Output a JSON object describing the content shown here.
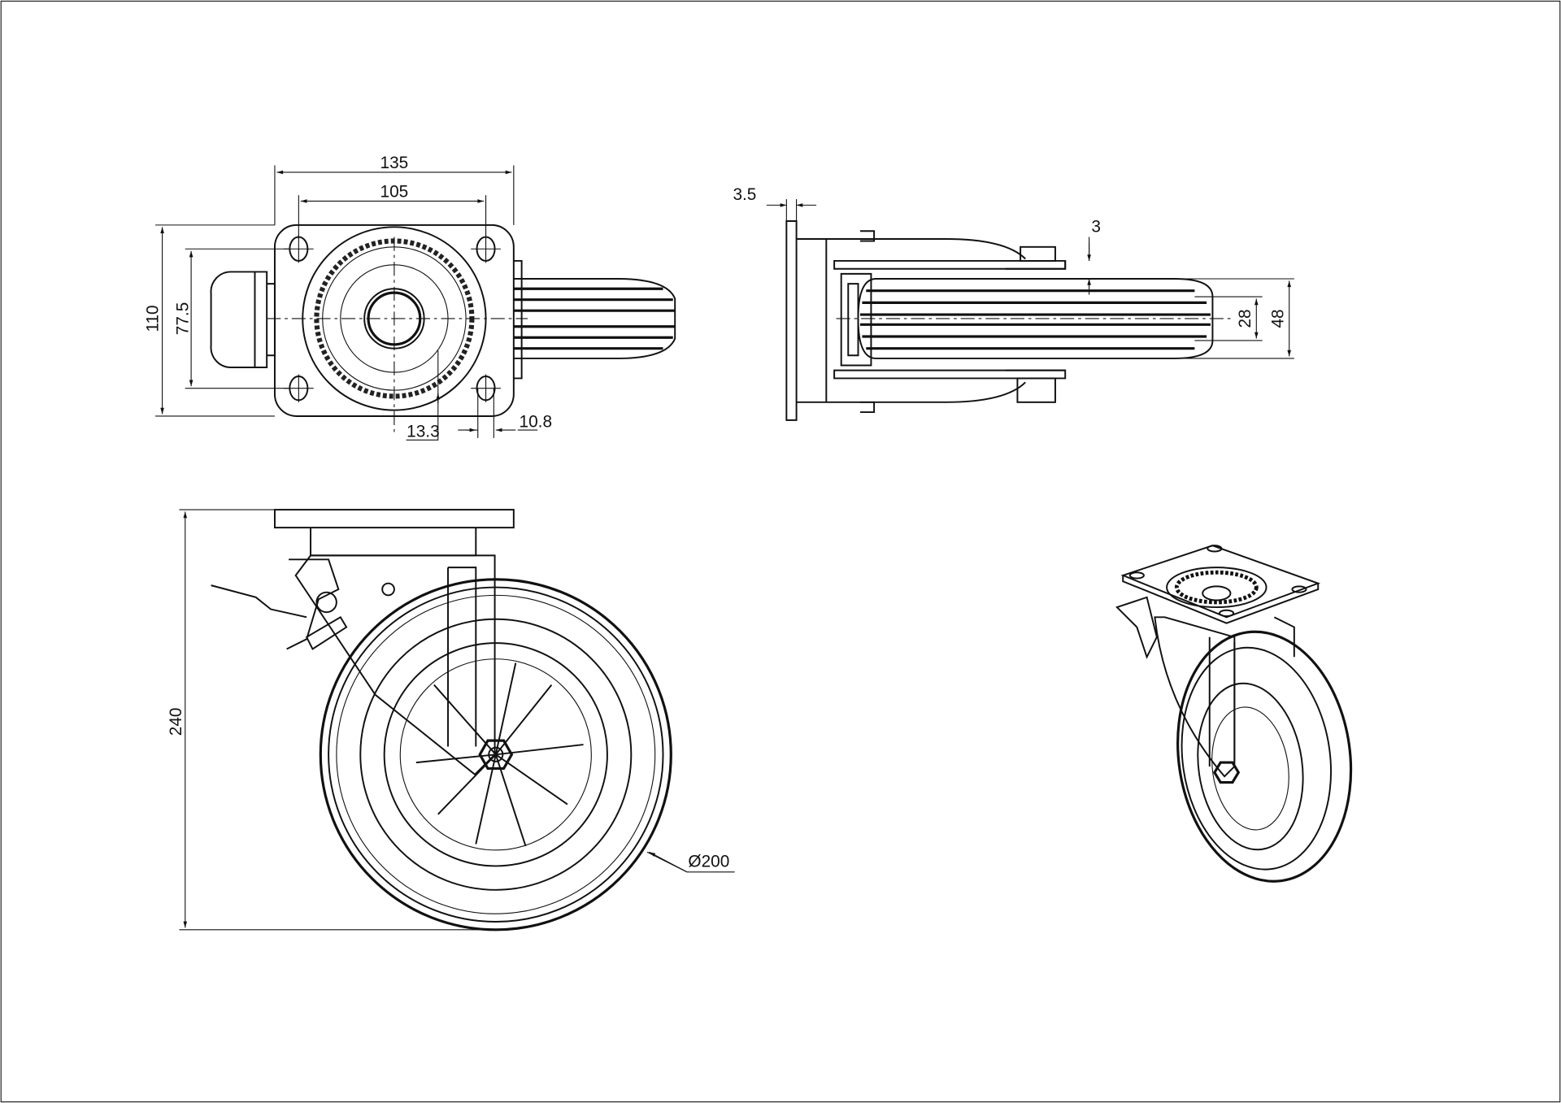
{
  "title": "Swivel caster with brake - technical drawing",
  "top_view": {
    "dims": {
      "overall_width": "135",
      "hole_spacing_x": "105",
      "overall_height": "110",
      "hole_spacing_y": "77.5",
      "offset": "13.3",
      "hole_size": "10.8"
    }
  },
  "side_view": {
    "dims": {
      "plate_thickness": "3.5",
      "gap": "3",
      "tread_width": "28",
      "wheel_width": "48"
    }
  },
  "front_view": {
    "dims": {
      "overall_height": "240",
      "wheel_diameter": "Ø200"
    }
  }
}
